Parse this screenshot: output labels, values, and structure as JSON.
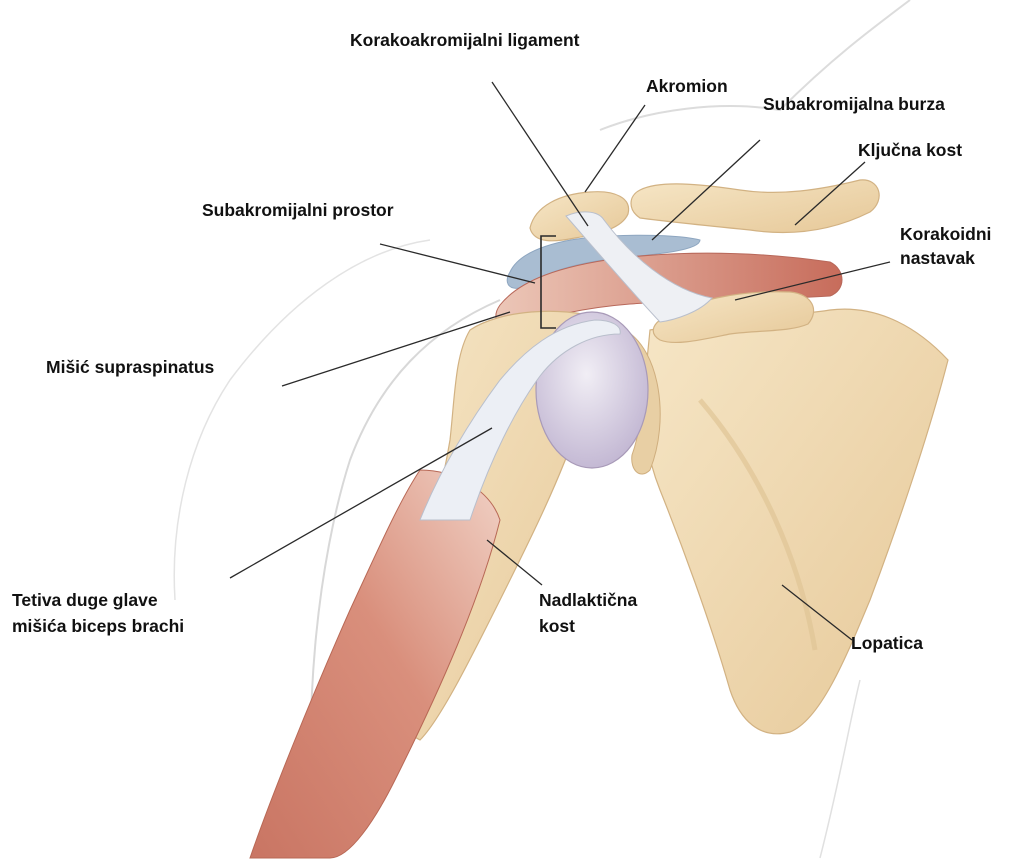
{
  "labels": {
    "coracoacromial_ligament": "Korakoakromijalni ligament",
    "acromion": "Akromion",
    "subacromial_bursa": "Subakromijalna burza",
    "clavicle": "Ključna kost",
    "subacromial_space": "Subakromijalni prostor",
    "coracoid_line1": "Korakoidni",
    "coracoid_line2": "nastavak",
    "supraspinatus": "Mišić supraspinatus",
    "biceps_tendon_line1": "Tetiva duge glave",
    "biceps_tendon_line2": "mišića biceps brachi",
    "humerus_line1": "Nadlaktična",
    "humerus_line2": "kost",
    "scapula": "Lopatica"
  },
  "colors": {
    "bone": "#f2dcb4",
    "bone_shadow": "#dcbc8c",
    "muscle": "#cf7f6c",
    "muscle_light": "#e9b3a2",
    "tendon": "#eceff5",
    "bursa": "#a9bdd2",
    "cartilage": "#cfc6dc",
    "skin_outline": "#d8d8d8",
    "leader_line": "#2a2a2a"
  }
}
